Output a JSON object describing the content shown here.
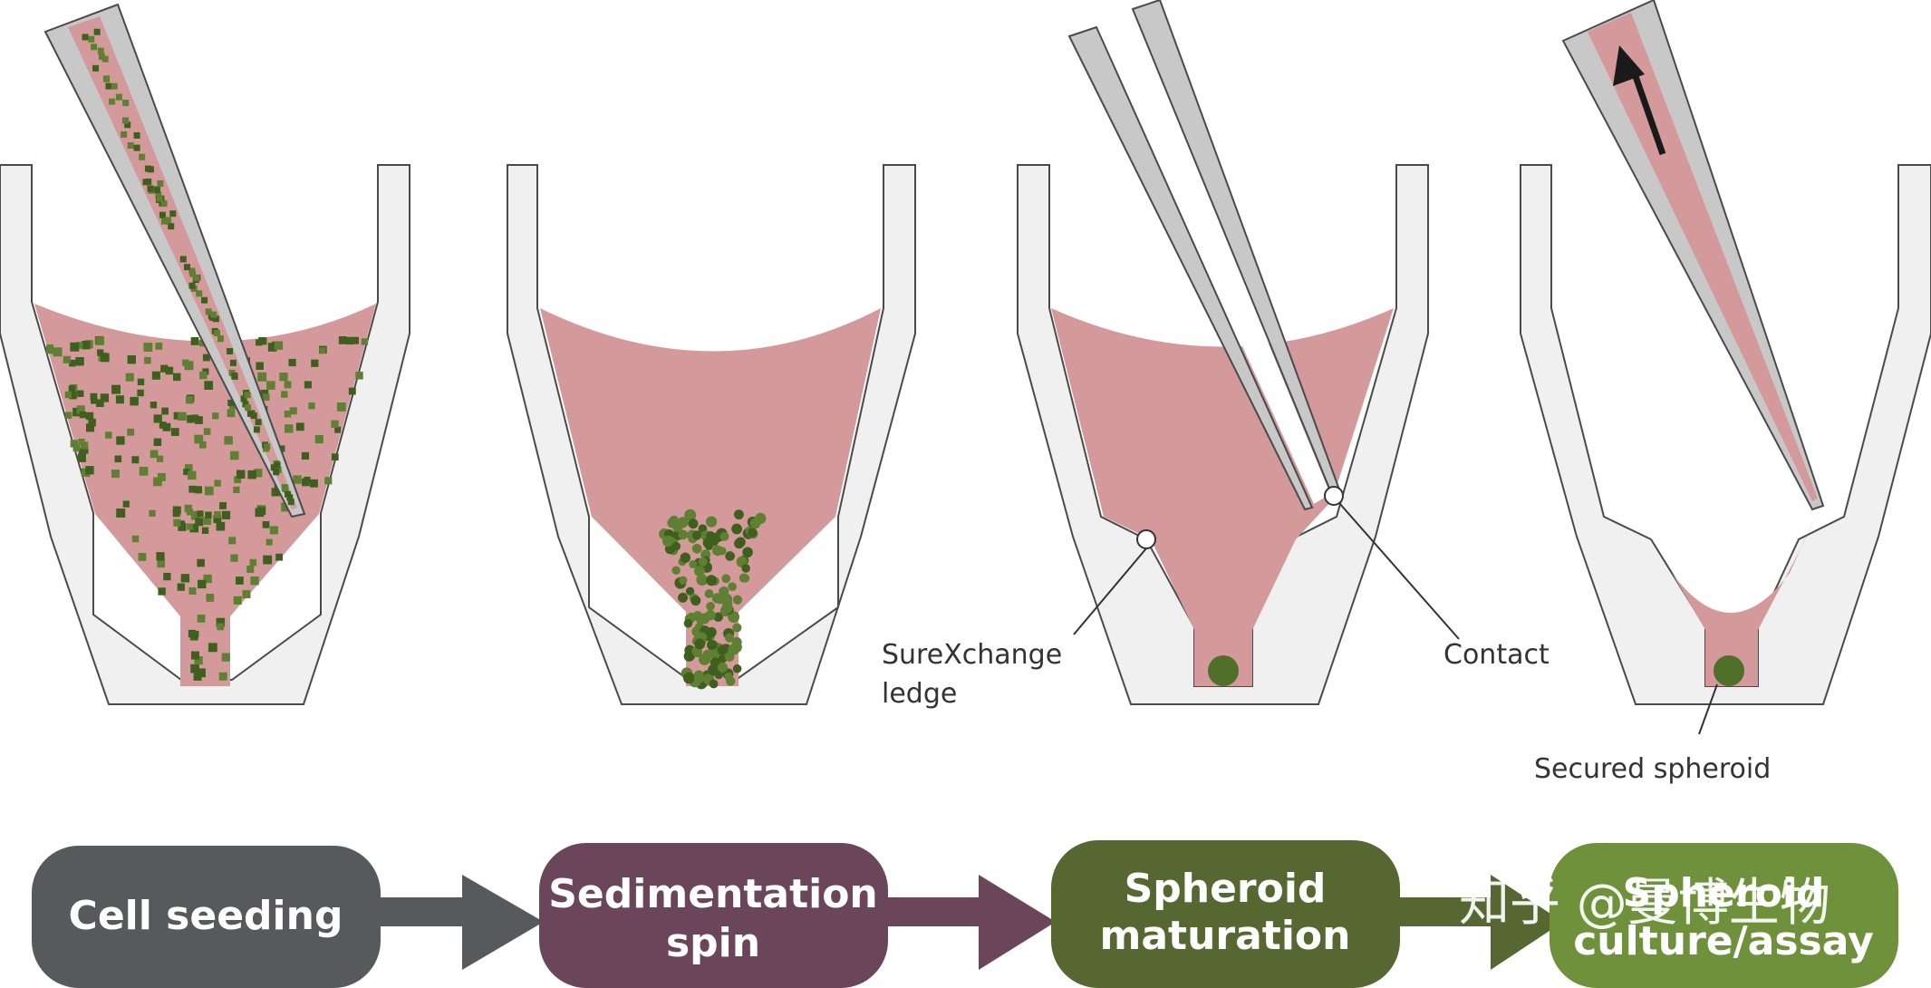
{
  "callouts": {
    "surexchange_line1": "SureXchange",
    "surexchange_line2": "ledge",
    "contact": "Contact",
    "secured_spheroid": "Secured spheroid"
  },
  "steps": [
    {
      "line1": "Cell seeding",
      "line2": "",
      "color": "#58595b"
    },
    {
      "line1": "Sedimentation",
      "line2": "spin",
      "color": "#6b4559"
    },
    {
      "line1": "Spheroid",
      "line2": "maturation",
      "color": "#566731"
    },
    {
      "line1": "Spheroid",
      "line2": "culture/assay",
      "color": "#6f913b"
    }
  ],
  "watermark": "知乎 @曼博生物",
  "colors": {
    "medium": "#d3999b",
    "well_wall": "#f0f0f0",
    "well_stroke": "#4a4a4a",
    "pipette": "#c8c8c8",
    "cell": "#5f7f33",
    "cell_dark": "#3f5f1f"
  }
}
